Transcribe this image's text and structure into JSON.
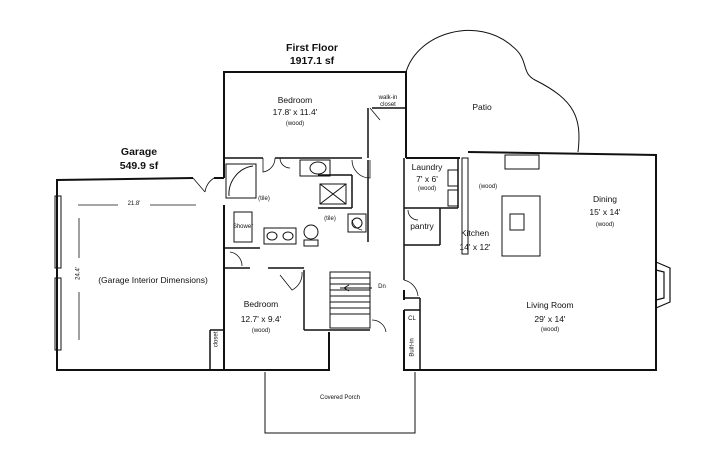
{
  "first_floor": {
    "title": "First Floor",
    "area": "1917.1 sf"
  },
  "garage": {
    "title": "Garage",
    "area": "549.9 sf",
    "width_dim": "21.8'",
    "depth_dim": "24.4'",
    "note": "(Garage Interior Dimensions)"
  },
  "rooms": {
    "bedroom_master": {
      "name": "Bedroom",
      "dims": "17.8' x 11.4'",
      "floor": "(wood)"
    },
    "walkin_closet": {
      "line1": "walk-in",
      "line2": "closet"
    },
    "patio": {
      "name": "Patio"
    },
    "laundry": {
      "name": "Laundry",
      "dims": "7' x 6'",
      "floor": "(wood)"
    },
    "hall_floor": "(wood)",
    "bath_tile_1": "(tile)",
    "bath_tile_2": "(tile)",
    "shower": "Shower",
    "pantry": "pantry",
    "kitchen": {
      "name": "Kitchen",
      "dims": "14' x 12'"
    },
    "dining": {
      "name": "Dining",
      "dims": "15' x 14'",
      "floor": "(wood)"
    },
    "living": {
      "name": "Living Room",
      "dims": "29' x 14'",
      "floor": "(wood)"
    },
    "bedroom_2": {
      "name": "Bedroom",
      "dims": "12.7' x 9.4'",
      "floor": "(wood)"
    },
    "closet": "closet",
    "stairs": "Dn",
    "cl": "CL",
    "built_in": "Built-in",
    "covered_porch": "Covered Porch"
  }
}
